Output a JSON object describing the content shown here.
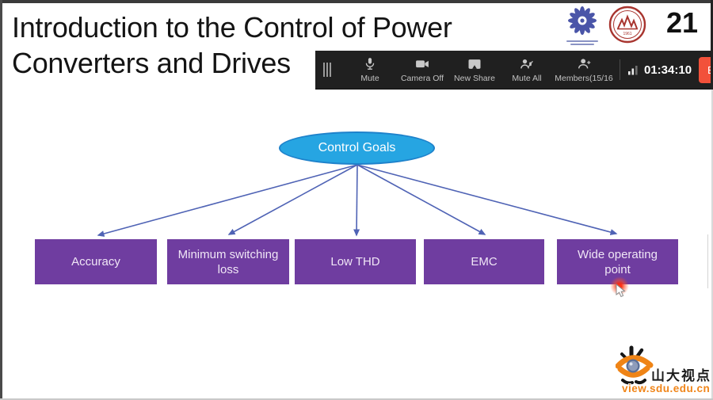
{
  "slide": {
    "title": "Introduction to the Control of Power Converters and Drives",
    "page_number": "21",
    "root_node": "Control Goals",
    "goals": [
      "Accuracy",
      "Minimum switching loss",
      "Low THD",
      "EMC",
      "Wide operating point"
    ]
  },
  "meeting_toolbar": {
    "mute_label": "Mute",
    "camera_label": "Camera Off",
    "share_label": "New Share",
    "mute_all_label": "Mute All",
    "members_label": "Members(15/16",
    "timer": "01:34:10",
    "end_sharing_label": "End sharing"
  },
  "watermark": {
    "logo_text": "山大视点",
    "url": "view.sdu.edu.cn"
  },
  "colors": {
    "ellipse_blue": "#26a5e2",
    "box_purple": "#6f3da0",
    "arrow_blue": "#4f63b5",
    "end_button_red": "#f2513a",
    "toolbar_bg": "#202020",
    "watermark_orange": "#f08519"
  }
}
